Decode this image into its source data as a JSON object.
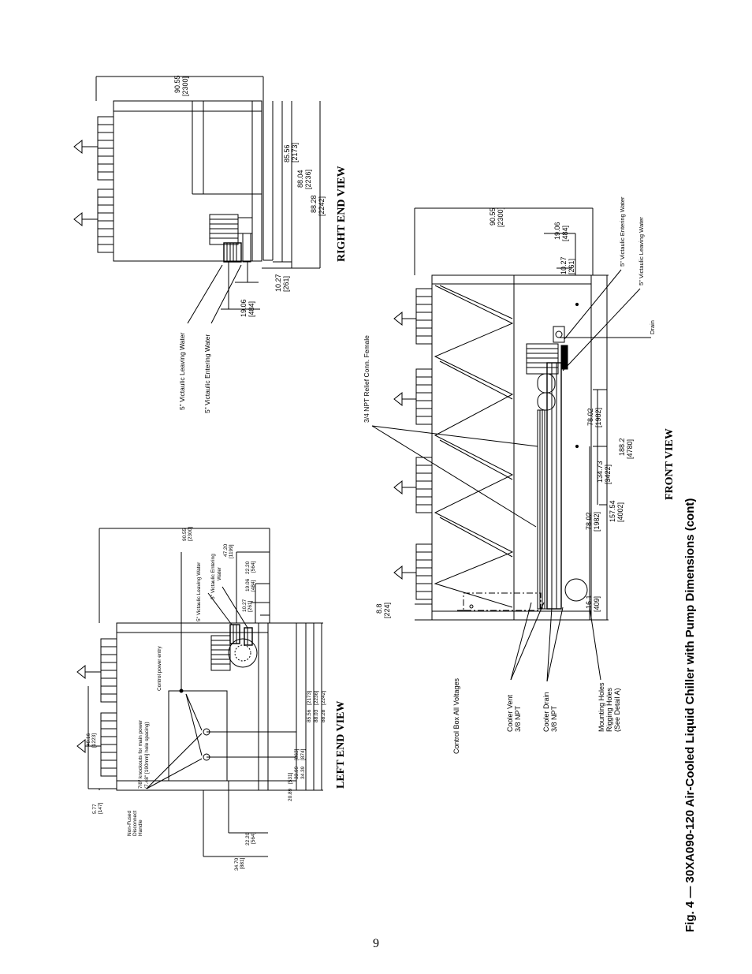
{
  "figure_caption": "Fig. 4 — 30XA090-120 Air-Cooled Liquid Chiller with Pump Dimensions (cont)",
  "page_number": "9",
  "right_end_view": {
    "title": "RIGHT END VIEW",
    "dims": {
      "overall_width": "90.55",
      "overall_width_mm": "[2300]",
      "d1": "85.56",
      "d1_mm": "[2173]",
      "d2": "88.04",
      "d2_mm": "[2236]",
      "d3": "88.28",
      "d3_mm": "[2242]",
      "d4": "10.27",
      "d4_mm": "[261]",
      "d5": "19.06",
      "d5_mm": "[484]"
    },
    "labels": {
      "leaving": "5\" Victaulic Leaving Water",
      "entering": "5\" Victaulic Entering Water"
    }
  },
  "front_view": {
    "title": "FRONT VIEW",
    "dims": {
      "overall_width": "90.55",
      "overall_width_mm": "[2300]",
      "right_19": "19.06",
      "right_19_mm": "[484]",
      "right_10": "10.27",
      "right_10_mm": "[261]",
      "seg_a": "78.02",
      "seg_a_mm": "[1982]",
      "seg_b": "78.02",
      "seg_b_mm": "[1982]",
      "mid": "134.73",
      "mid_mm": "[3422]",
      "long": "157.54",
      "long_mm": "[4002]",
      "overall_length": "188.2",
      "overall_length_mm": "[4780]",
      "left_top": "8.8",
      "left_top_mm": "[224]",
      "left_bottom": "16.1",
      "left_bottom_mm": "[409]"
    },
    "labels": {
      "relief": "3/4 NPT Relief Conn. Female",
      "entering": "5\" Victaulic Entering Water",
      "leaving": "5\" Victaulic Leaving Water",
      "drain": "Drain",
      "control_box": "Control Box All Voltages",
      "vent_1": "Cooler Vent",
      "vent_2": "3/8 NPT",
      "cdrain_1": "Cooler Drain",
      "cdrain_2": "3/8 NPT",
      "mount_1": "Mounting Holes",
      "mount_2": "Rigging Holes",
      "mount_3": "(See Detail A)"
    }
  },
  "left_end_view": {
    "title": "LEFT END VIEW",
    "dims": {
      "overall_width": "90.55",
      "overall_width_mm": "[2300]",
      "d_47": "47.20",
      "d_47_mm": "[1199]",
      "d_22a": "22.20",
      "d_22a_mm": "[564]",
      "d_19": "19.06",
      "d_19_mm": "[484]",
      "d_10": "10.27",
      "d_10_mm": "[261]",
      "d_48": "48.16",
      "d_48_mm": "[1223]",
      "d_5": "5.77",
      "d_5_mm": "[147]",
      "d_20": "20.89",
      "d_20_mm": "[531]",
      "d_33": "33.99",
      "d_33_mm": "[863]",
      "d_34": "34.39",
      "d_34_mm": "[874]",
      "d_85": "85.56",
      "d_85_mm": "[2173]",
      "d_88a": "88.03",
      "d_88a_mm": "[2236]",
      "d_88b": "88.28",
      "d_88b_mm": "[2242]",
      "d_22b": "22.20",
      "d_22b_mm": "[564]",
      "d_34b": "34.70",
      "d_34b_mm": "[881]"
    },
    "labels": {
      "leaving": "5\" Victaulic Leaving Water",
      "entering_1": "5\" Victaulic Entering",
      "entering_2": "Water",
      "power": "Control power entry",
      "knockouts_1": "7/8\" knockouts for main power",
      "knockouts_2": "(7.48\" [190mm] hole spacing)",
      "handle_1": "Non-Fused",
      "handle_2": "Disconnect",
      "handle_3": "Handle"
    }
  }
}
